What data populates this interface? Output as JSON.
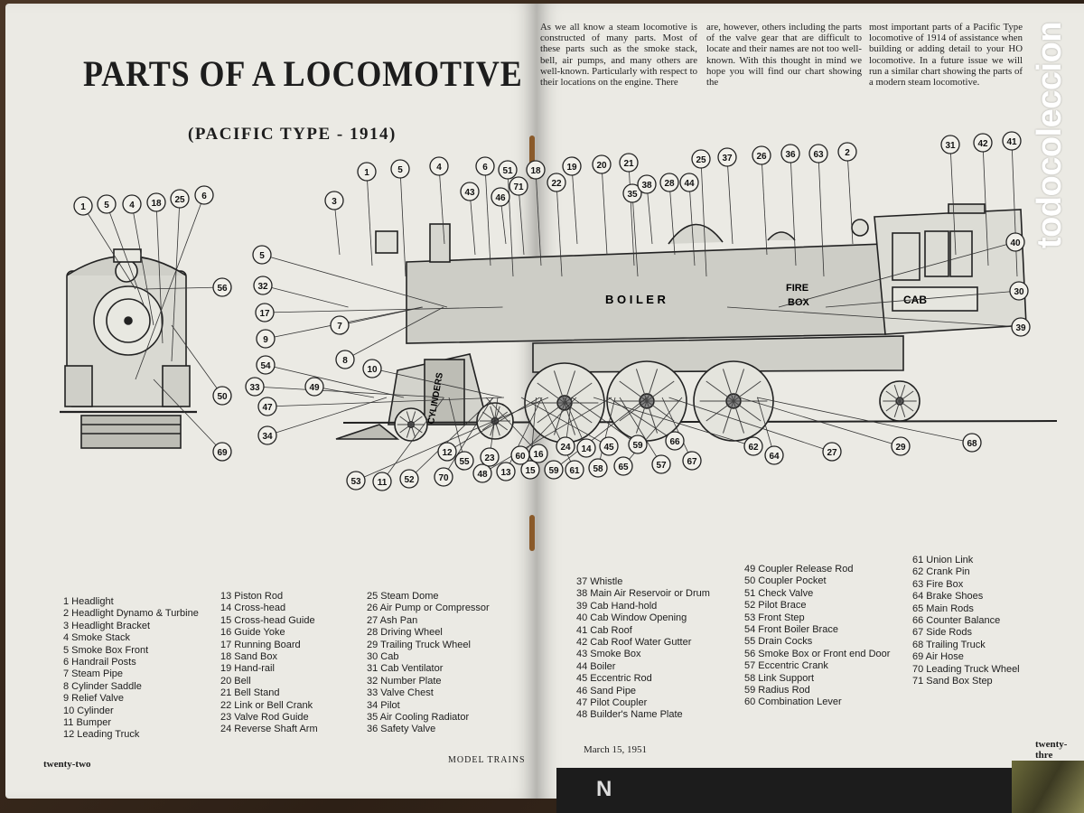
{
  "title": "PARTS OF A LOCOMOTIVE",
  "subtitle": "(PACIFIC TYPE - 1914)",
  "intro": [
    "As we all know a steam locomotive is constructed of many parts. Most of these parts such as the smoke stack, bell, air pumps, and many others are well-known. Particularly with respect to their locations on the engine. There",
    "are, however, others including the parts of the valve gear that are difficult to locate and their names are not too well-known. With this thought in mind we hope you will find our chart showing the",
    "most important parts of a Pacific Type locomotive of 1914 of assistance when building or adding detail to your HO locomotive. In a future issue we will run a similar chart showing the parts of a modern steam locomotive."
  ],
  "watermark": "todocoleccion",
  "diagram_text": {
    "boiler": "B O I L E R",
    "fire": "FIRE",
    "box": "BOX",
    "cab": "CAB",
    "cylinders": "CYLINDERS"
  },
  "callouts": {
    "front": [
      "1",
      "5",
      "4",
      "18",
      "25",
      "6",
      "56",
      "5",
      "32",
      "17",
      "7",
      "9",
      "54",
      "33",
      "50",
      "47",
      "34",
      "69",
      "8",
      "10",
      "49"
    ],
    "top": [
      "3",
      "1",
      "5",
      "4",
      "43",
      "6",
      "51",
      "46",
      "71",
      "18",
      "22",
      "19",
      "20",
      "21",
      "35",
      "38",
      "28",
      "44",
      "25",
      "37",
      "26",
      "36",
      "63",
      "2",
      "31",
      "42",
      "41"
    ],
    "side": [
      "40",
      "30",
      "39",
      "53",
      "11",
      "52",
      "70",
      "12",
      "55",
      "48",
      "23",
      "13",
      "15",
      "60",
      "16",
      "59",
      "61",
      "24",
      "14",
      "58",
      "45",
      "65",
      "59",
      "57",
      "66",
      "67",
      "62",
      "64",
      "27",
      "29",
      "68"
    ]
  },
  "legend": [
    [
      "1 Headlight",
      "2 Headlight Dynamo & Turbine",
      "3 Headlight Bracket",
      "4 Smoke Stack",
      "5 Smoke Box Front",
      "6 Handrail Posts",
      "7 Steam Pipe",
      "8 Cylinder Saddle",
      "9 Relief Valve",
      "10 Cylinder",
      "11 Bumper",
      "12 Leading Truck"
    ],
    [
      "13 Piston Rod",
      "14 Cross-head",
      "15 Cross-head Guide",
      "16 Guide Yoke",
      "17 Running Board",
      "18 Sand Box",
      "19 Hand-rail",
      "20 Bell",
      "21 Bell Stand",
      "22 Link or Bell Crank",
      "23 Valve Rod Guide",
      "24 Reverse Shaft Arm"
    ],
    [
      "25 Steam Dome",
      "26 Air Pump or Compressor",
      "27 Ash Pan",
      "28 Driving Wheel",
      "29 Trailing Truck Wheel",
      "30 Cab",
      "31 Cab Ventilator",
      "32 Number Plate",
      "33 Valve Chest",
      "34 Pilot",
      "35 Air Cooling Radiator",
      "36 Safety Valve"
    ],
    [
      "37 Whistle",
      "38 Main Air Reservoir or Drum",
      "39 Cab Hand-hold",
      "40 Cab Window Opening",
      "41 Cab Roof",
      "42 Cab Roof Water Gutter",
      "43 Smoke Box",
      "44 Boiler",
      "45 Eccentric Rod",
      "46 Sand Pipe",
      "47 Pilot Coupler",
      "48 Builder's Name Plate"
    ],
    [
      "49 Coupler Release Rod",
      "50 Coupler Pocket",
      "51 Check Valve",
      "52 Pilot Brace",
      "53 Front Step",
      "54 Front Boiler Brace",
      "55 Drain Cocks",
      "56 Smoke Box or Front end Door",
      "57 Eccentric Crank",
      "58 Link Support",
      "59 Radius Rod",
      "60 Combination Lever"
    ],
    [
      "61 Union Link",
      "62 Crank Pin",
      "63 Fire Box",
      "64 Brake Shoes",
      "65 Main Rods",
      "66 Counter Balance",
      "67 Side Rods",
      "68 Trailing Truck",
      "69 Air Hose",
      "70 Leading Truck Wheel",
      "71 Sand Box Step"
    ]
  ],
  "footer": {
    "left_page": "twenty-two",
    "magazine": "MODEL TRAINS",
    "date": "March 15, 1951",
    "right_page": "twenty-thre"
  },
  "colors": {
    "paper": "#ebeae4",
    "ink": "#1d1d1d",
    "table": "#3a2a1c"
  }
}
